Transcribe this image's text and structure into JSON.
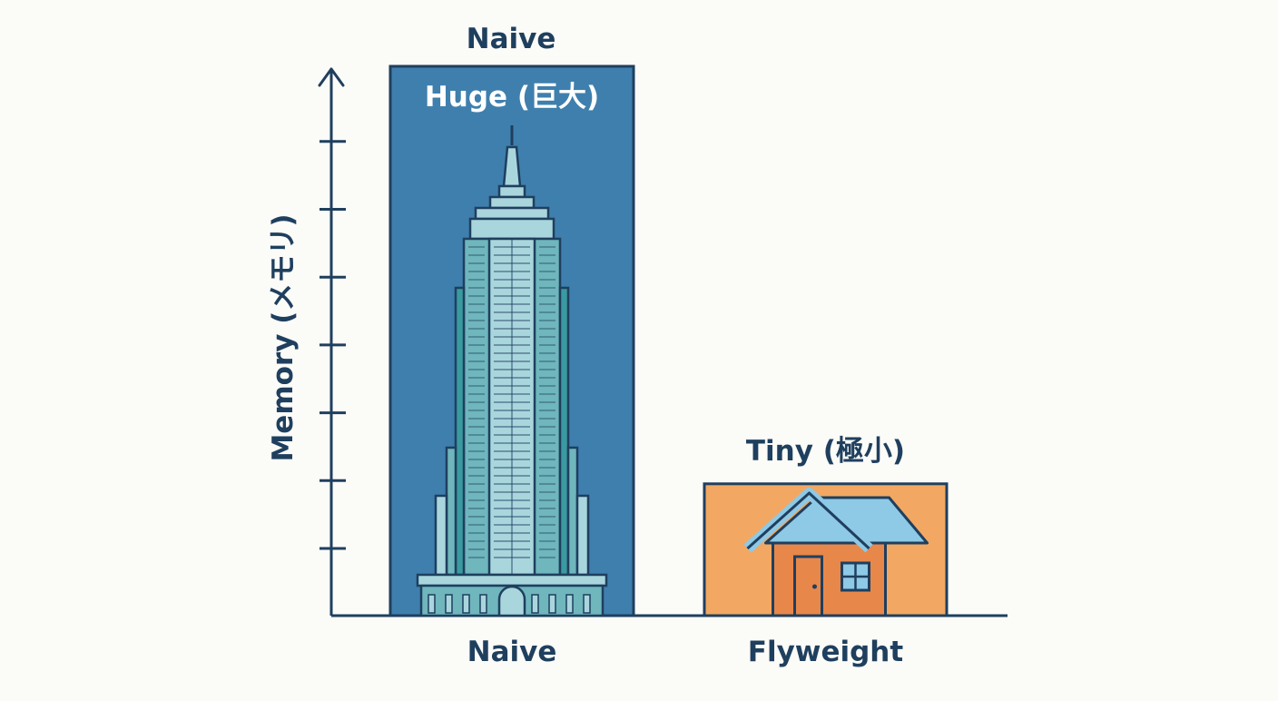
{
  "chart_data": {
    "type": "bar",
    "title": "Naive",
    "ylabel": "Memory (メモリ)",
    "xlabel": "",
    "categories": [
      "Naive",
      "Flyweight"
    ],
    "values": [
      1.0,
      0.24
    ],
    "ylim": [
      0,
      1.0
    ],
    "data_labels": [
      "Huge (巨大)",
      "Tiny (極小)"
    ],
    "ytick_count": 7,
    "grid": false,
    "legend": "none",
    "colors": {
      "naive_bar": "#3f7fad",
      "flyweight_bar": "#f2a862",
      "outline": "#1f3f5e",
      "axis": "#1f3f5e",
      "text": "#1f3f5e",
      "huge_label": "#ffffff"
    },
    "icons": [
      "skyscraper-icon",
      "house-icon"
    ]
  }
}
